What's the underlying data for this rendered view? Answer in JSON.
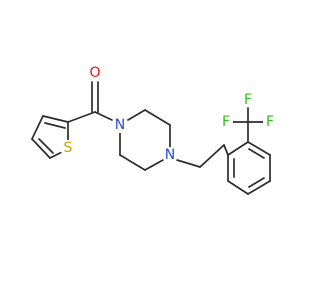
{
  "molecule": {
    "atom_labels": {
      "carbonyl_oxygen": "O",
      "thiophene_sulfur": "S",
      "piperazine_n1": "N",
      "piperazine_n4": "N",
      "fluorine_top": "F",
      "fluorine_left": "F",
      "fluorine_right": "F"
    },
    "colors": {
      "bond": "#2b2b2b",
      "oxygen": "#e8141f",
      "sulfur": "#c9a400",
      "nitrogen": "#2b4cd6",
      "fluorine": "#33bb22"
    }
  }
}
